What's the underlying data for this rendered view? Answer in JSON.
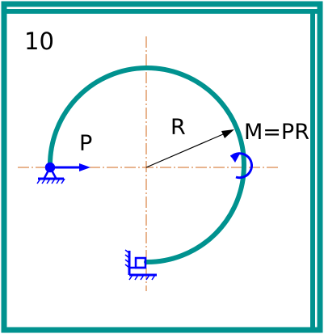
{
  "problem_number": "10",
  "labels": {
    "force": "P",
    "radius": "R",
    "moment": "M=PR"
  },
  "colors": {
    "frame": "#00928f",
    "arc": "#00928f",
    "load": "#0000ff",
    "centerline": "#d2691e",
    "dimension": "#000000"
  },
  "icons": {
    "left_support": "pinned-support-icon",
    "bottom_support": "fixed-support-icon",
    "moment": "moment-arrow-icon",
    "force": "force-arrow-icon"
  }
}
